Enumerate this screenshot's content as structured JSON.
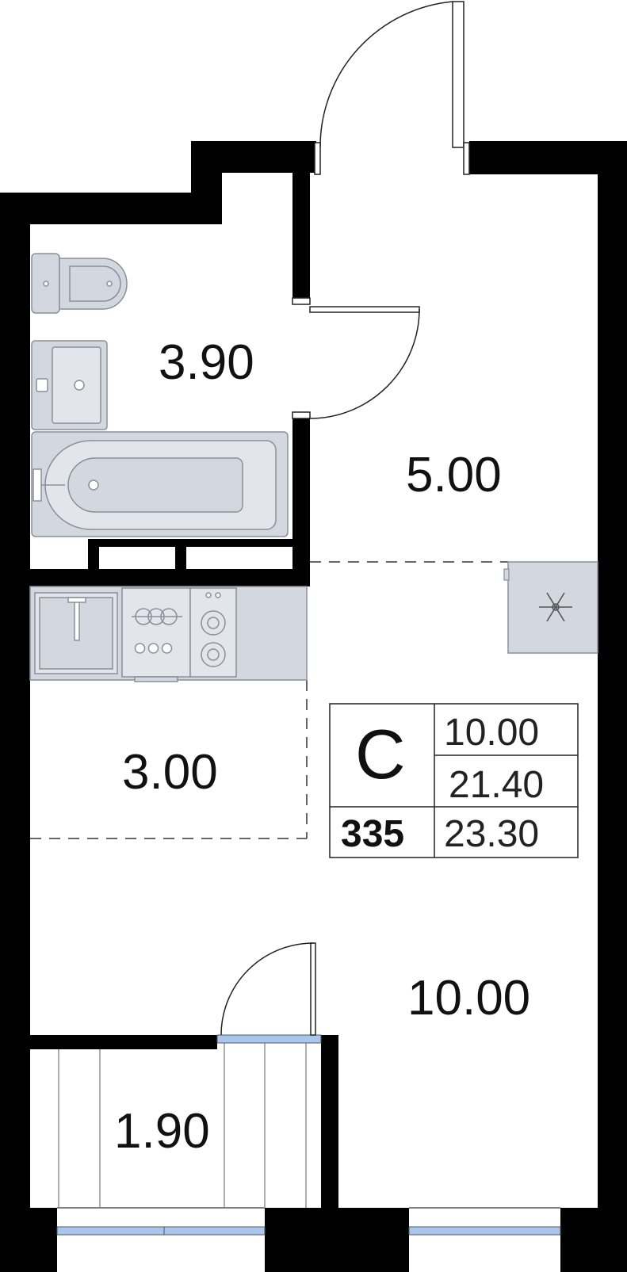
{
  "rooms": {
    "bathroom_area": "3.90",
    "hall_area": "5.00",
    "kitchen_area": "3.00",
    "living_area": "10.00",
    "balcony_area": "1.90"
  },
  "summary": {
    "type_letter": "С",
    "apartment_number": "335",
    "living_area": "10.00",
    "total_area": "21.40",
    "total_with_balcony": "23.30"
  },
  "colors": {
    "wall": "#000000",
    "fixture_fill": "#d3d7df",
    "fixture_stroke": "#8a8f99",
    "window": "#a9c7ec"
  }
}
